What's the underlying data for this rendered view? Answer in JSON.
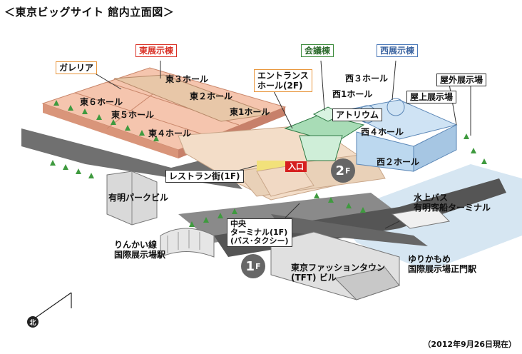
{
  "title": "＜東京ビッグサイト 館内立面図＞",
  "date_note": "（2012年9月26日現在）",
  "buildings": {
    "east": "東展示棟",
    "conference": "会議棟",
    "west": "西展示棟"
  },
  "labels": {
    "galleria": "ガレリア",
    "east3": "東３ホール",
    "east2": "東２ホール",
    "east1": "東1ホール",
    "east6": "東６ホール",
    "east5": "東５ホール",
    "east4": "東４ホール",
    "entrance": "エントランス",
    "entrance2": "ホール(2F)",
    "west3": "西３ホール",
    "west1": "西1ホール",
    "outdoor": "屋外展示場",
    "rooftop": "屋上展示場",
    "atrium": "アトリウム",
    "west4": "西４ホール",
    "west2": "西２ホール",
    "restaurant": "レストラン街(1F)",
    "park": "有明パークビル",
    "waterbus": "水上バス",
    "terminal": "有明客船ターミナル",
    "central1": "中央",
    "central2": "ターミナル(1F)",
    "central3": "(バス･タクシー)",
    "rinkai1": "りんかい線",
    "rinkai2": "国際展示場駅",
    "yuri1": "ゆりかもめ",
    "yuri2": "国際展示場正門駅",
    "tft1": "東京ファッションタウン",
    "tft2": "(TFT) ビル",
    "entry": "入口",
    "floor2": "2",
    "floor1": "1",
    "floor_unit": "F",
    "north": "北"
  },
  "colors": {
    "east_hall": "#f2b49a",
    "west_hall": "#bcd8ef",
    "atrium": "#bfe6c9",
    "walkway": "#f2d8c2",
    "road": "#6e6e6e",
    "tree": "#3f9a3f",
    "accent_red": "#d61f1f"
  }
}
